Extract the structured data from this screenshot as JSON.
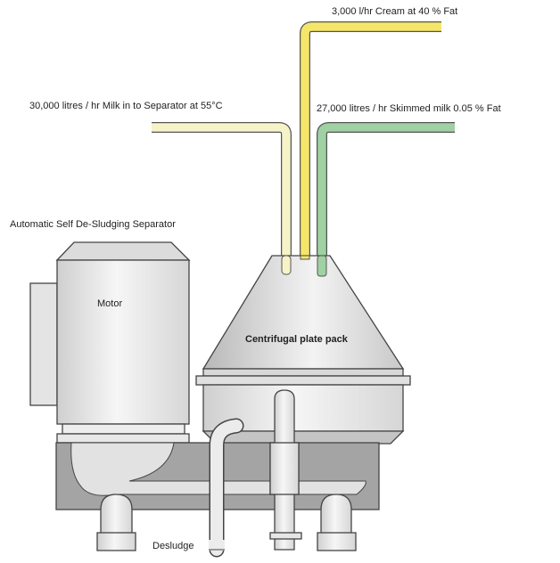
{
  "title": "Automatic Self De-Sludging Separator",
  "labels": {
    "cream_out": "3,000 l/hr Cream at 40 % Fat",
    "milk_in": "30,000 litres / hr Milk in to Separator at 55°C",
    "skim_out": "27,000 litres / hr Skimmed milk 0.05 % Fat",
    "motor": "Motor",
    "plate_pack": "Centrifugal plate pack",
    "desludge": "Desludge"
  },
  "colors": {
    "milk_pipe": "#f7f3c9",
    "cream_pipe": "#f5e66a",
    "skim_pipe": "#9fd1a2",
    "metal": "#e6e6e6",
    "dark_metal": "#a4a4a4"
  }
}
